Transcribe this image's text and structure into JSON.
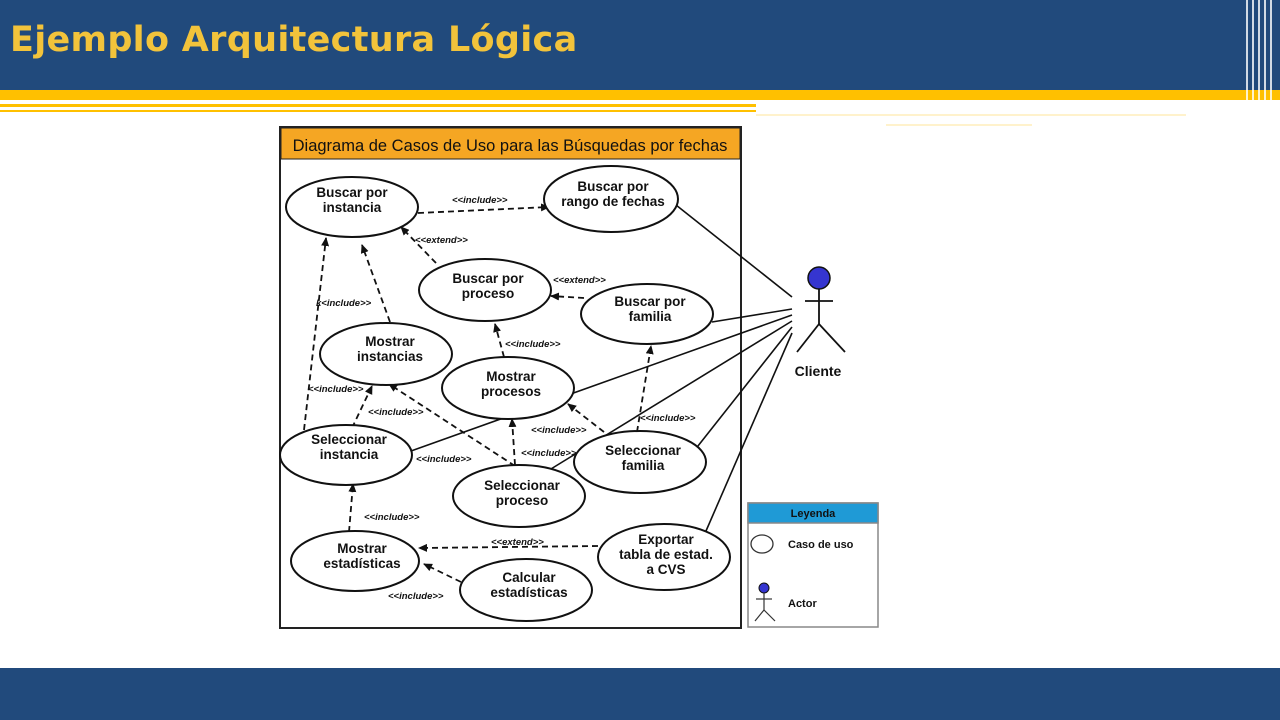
{
  "slide": {
    "title": "Ejemplo Arquitectura Lógica"
  },
  "diagram": {
    "title": "Diagrama de Casos de Uso para las Búsquedas por fechas",
    "use_cases": {
      "buscar_instancia": [
        "Buscar por",
        "instancia"
      ],
      "buscar_rango": [
        "Buscar por",
        "rango de fechas"
      ],
      "buscar_proceso": [
        "Buscar por",
        "proceso"
      ],
      "buscar_familia": [
        "Buscar por",
        "familia"
      ],
      "mostrar_instancias": [
        "Mostrar",
        "instancias"
      ],
      "mostrar_procesos": [
        "Mostrar",
        "procesos"
      ],
      "seleccionar_instancia": [
        "Seleccionar",
        "instancia"
      ],
      "seleccionar_familia": [
        "Seleccionar",
        "familia"
      ],
      "seleccionar_proceso": [
        "Seleccionar",
        "proceso"
      ],
      "mostrar_estadisticas": [
        "Mostrar",
        "estadísticas"
      ],
      "exportar": [
        "Exportar",
        "tabla de estad.",
        "a CVS"
      ],
      "calcular_estadisticas": [
        "Calcular",
        "estadísticas"
      ]
    },
    "actor": {
      "name": "Cliente"
    },
    "stereotypes": {
      "include": "<<include>>",
      "include_open": "k<include>>",
      "extend": "<<extend>>"
    },
    "legend": {
      "title": "Leyenda",
      "use_case_label": "Caso de uso",
      "actor_label": "Actor"
    },
    "colors": {
      "header_fill": "#f5a623",
      "actor_head": "#3535d0",
      "legend_header": "#1f9ad6"
    }
  }
}
